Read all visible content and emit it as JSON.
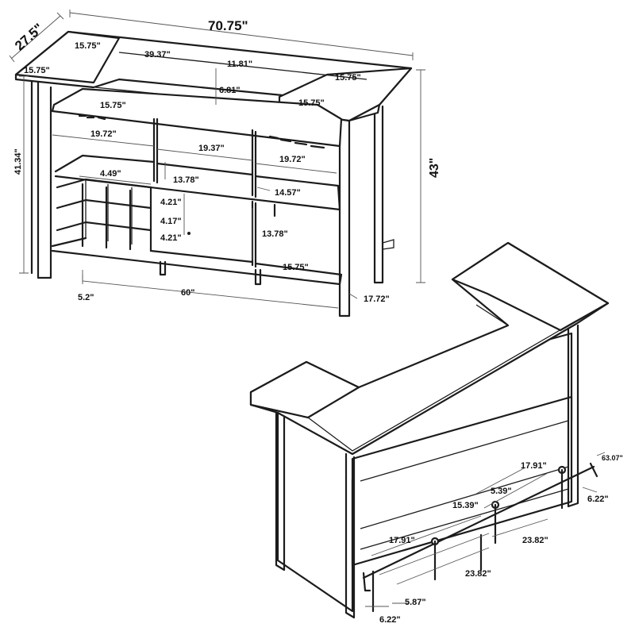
{
  "labels": {
    "total_width": "70.75\"",
    "depth": "27.5\"",
    "top_left_wing_depth": "15.75\"",
    "top_left_wing_width": "15.75\"",
    "top_center_width": "39.37\"",
    "top_center_depth": "11.81\"",
    "top_right_wing_depth": "15.75\"",
    "top_right_wing_width": "15.75\"",
    "top_to_shelf": "6.81\"",
    "shelf_depth": "15.75\"",
    "cell_left_width": "19.72\"",
    "cell_mid_width": "19.37\"",
    "cell_right_width": "19.72\"",
    "rack_cell_width": "4.49\"",
    "mid_cell_height": "13.78\"",
    "right_cell_height": "14.57\"",
    "rack_row_1": "4.21\"",
    "rack_row_2": "4.17\"",
    "rack_row_3": "4.21\"",
    "lower_cell_height": "13.78\"",
    "bottom_shelf_depth": "15.75\"",
    "side_height": "41.34\"",
    "total_height": "43\"",
    "leg_offset": "5.2\"",
    "base_width": "60\"",
    "base_depth": "17.72\"",
    "rail_total": "63.07\"",
    "rail_seg_top": "17.91\"",
    "rail_bracket_a": "5.39\"",
    "rail_seg_mid": "15.39\"",
    "rail_end_offset_right": "6.22\"",
    "rail_seg_left": "17.91\"",
    "rail_front_a": "23.82\"",
    "rail_front_b": "23.82\"",
    "rail_bracket_height": "5.87\"",
    "rail_end_offset_left": "6.22\""
  }
}
